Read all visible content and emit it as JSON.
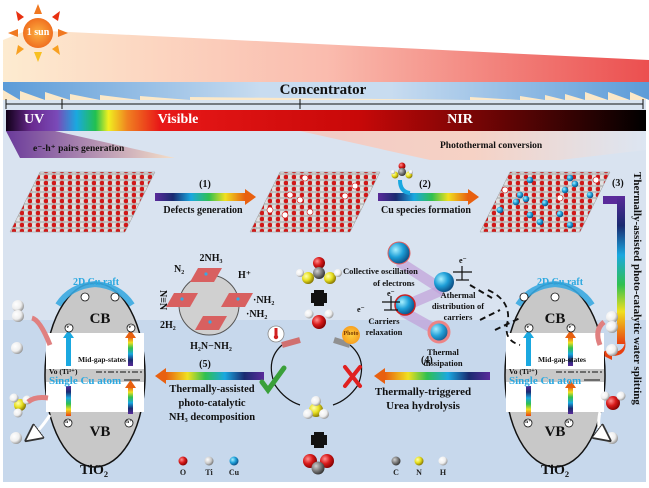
{
  "sun": {
    "label": "1 sun",
    "color": "#f07820"
  },
  "concentrator": {
    "label": "Concentrator"
  },
  "spectrum": {
    "bands": [
      {
        "label": "UV"
      },
      {
        "label": "Visible"
      },
      {
        "label": "NIR"
      }
    ],
    "uv_effect": "e⁻-h⁺ pairs generation",
    "nir_effect": "Photothermal conversion"
  },
  "steps": [
    {
      "number": "(1)",
      "label": "Defects generation"
    },
    {
      "number": "(2)",
      "label": "Cu species formation"
    },
    {
      "number": "(3)",
      "label": "Thermally-assisted  photo-catalytic water splitting"
    },
    {
      "number": "(4)",
      "label_line1": "Thermally-triggered",
      "label_line2": "Urea hydrolysis"
    },
    {
      "number": "(5)",
      "label_line1": "Thermally-assisted",
      "label_line2": "photo-catalytic",
      "label_line3": "NH₃ decomposition"
    }
  ],
  "nh3_cycle": {
    "top": "2NH₃",
    "h_plus": "H⁺",
    "nh2_right": "·NH₂",
    "nh2_lower": "·NH₂",
    "hydrazine": "H₂N−NH₂",
    "h2": "2H₂",
    "n2": "N₂",
    "n_triple": "N≡N"
  },
  "plasmon": {
    "collective": [
      "Collective oscillation",
      "of electrons"
    ],
    "athermal": [
      "Athermal",
      "distribution  of",
      "carriers"
    ],
    "relaxation": [
      "Carriers",
      "relaxation"
    ],
    "dissipation": [
      "Thermal",
      "dissipation"
    ],
    "electron": "e⁻"
  },
  "band_diagram": {
    "raft": "2D Cu raft",
    "cb": "CB",
    "vb": "VB",
    "midgap": "Mid-gap-states",
    "vo": "Vo (Ti³⁺)",
    "single_cu": "Single Cu atom",
    "material": "TiO₂",
    "electron": "e⁻",
    "hole": "h⁺"
  },
  "badges": {
    "photo": "Photo",
    "thermo_icon": "thermometer-icon"
  },
  "legend": {
    "left": [
      {
        "label": "O",
        "color": "#d81a1a"
      },
      {
        "label": "Ti",
        "color": "#c8c8c8"
      },
      {
        "label": "Cu",
        "color": "#1e9fd8"
      }
    ],
    "right": [
      {
        "label": "C",
        "color": "#808080"
      },
      {
        "label": "N",
        "color": "#e8e020"
      },
      {
        "label": "H",
        "color": "#f4f4f4"
      }
    ]
  },
  "colors": {
    "oxygen": "#d81a1a",
    "titanium": "#c8c8c8",
    "copper": "#1e9fd8",
    "carbon": "#808080",
    "nitrogen": "#e8e020",
    "hydrogen": "#f4f4f4",
    "check": "#3aa03a",
    "cross": "#e02020"
  }
}
